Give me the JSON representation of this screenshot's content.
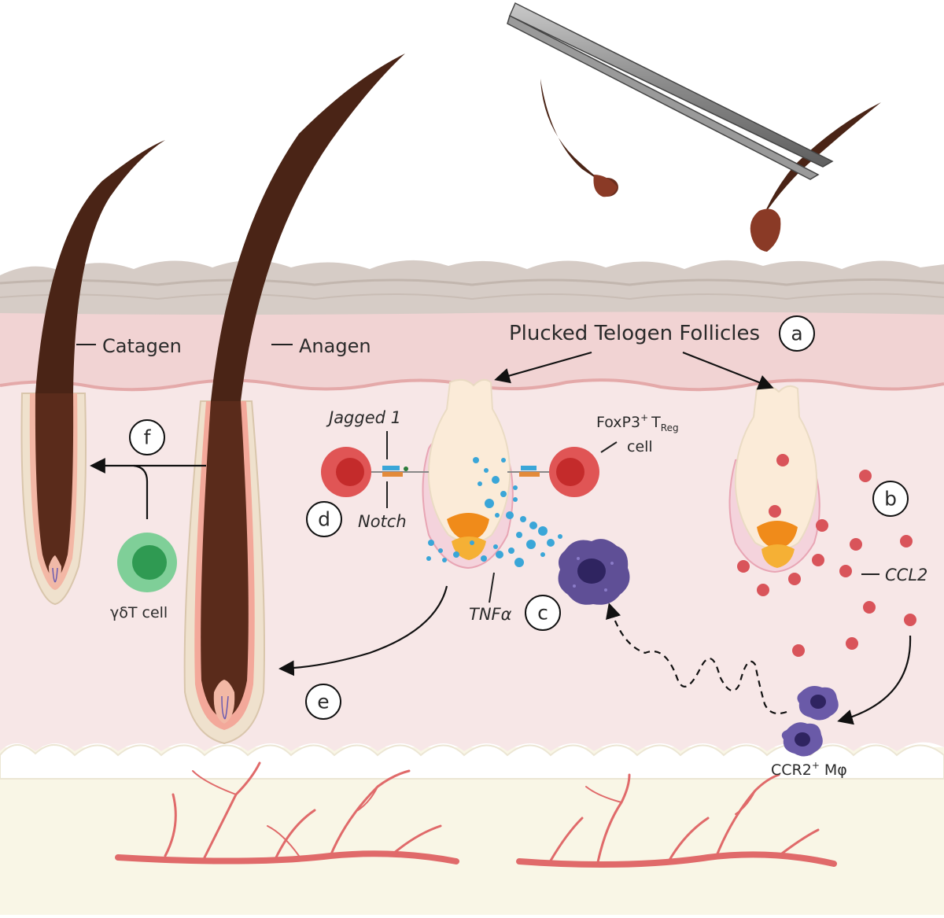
{
  "labels": {
    "catagen": "Catagen",
    "anagen": "Anagen",
    "plucked": "Plucked Telogen Follicles",
    "jagged": "Jagged 1",
    "notch": "Notch",
    "foxp3": "FoxP3",
    "foxp3_sup": "+",
    "t": "T",
    "reg_sub": "Reg",
    "cell": "cell",
    "gd": "γδT cell",
    "tnf": "TNFα",
    "ccl2": "CCL2",
    "ccr2": "CCR2",
    "ccr2_sup": "+",
    "mphi": "Mφ"
  },
  "markers": {
    "a": "a",
    "b": "b",
    "c": "c",
    "d": "d",
    "e": "e",
    "f": "f"
  },
  "colors": {
    "hair": "#4a2416",
    "epidermis": "#d8cec8",
    "dermis_upper": "#f3d6d6",
    "dermis": "#f7e8e8",
    "fat": "#f9f6e8",
    "vessel": "#e06a6a",
    "treg": "#d84a4a",
    "gdt": "#4fae6a",
    "macrophage": "#5b4a8e",
    "tnf_dots": "#3aa6d8",
    "ccl2_dots": "#d9545a"
  }
}
